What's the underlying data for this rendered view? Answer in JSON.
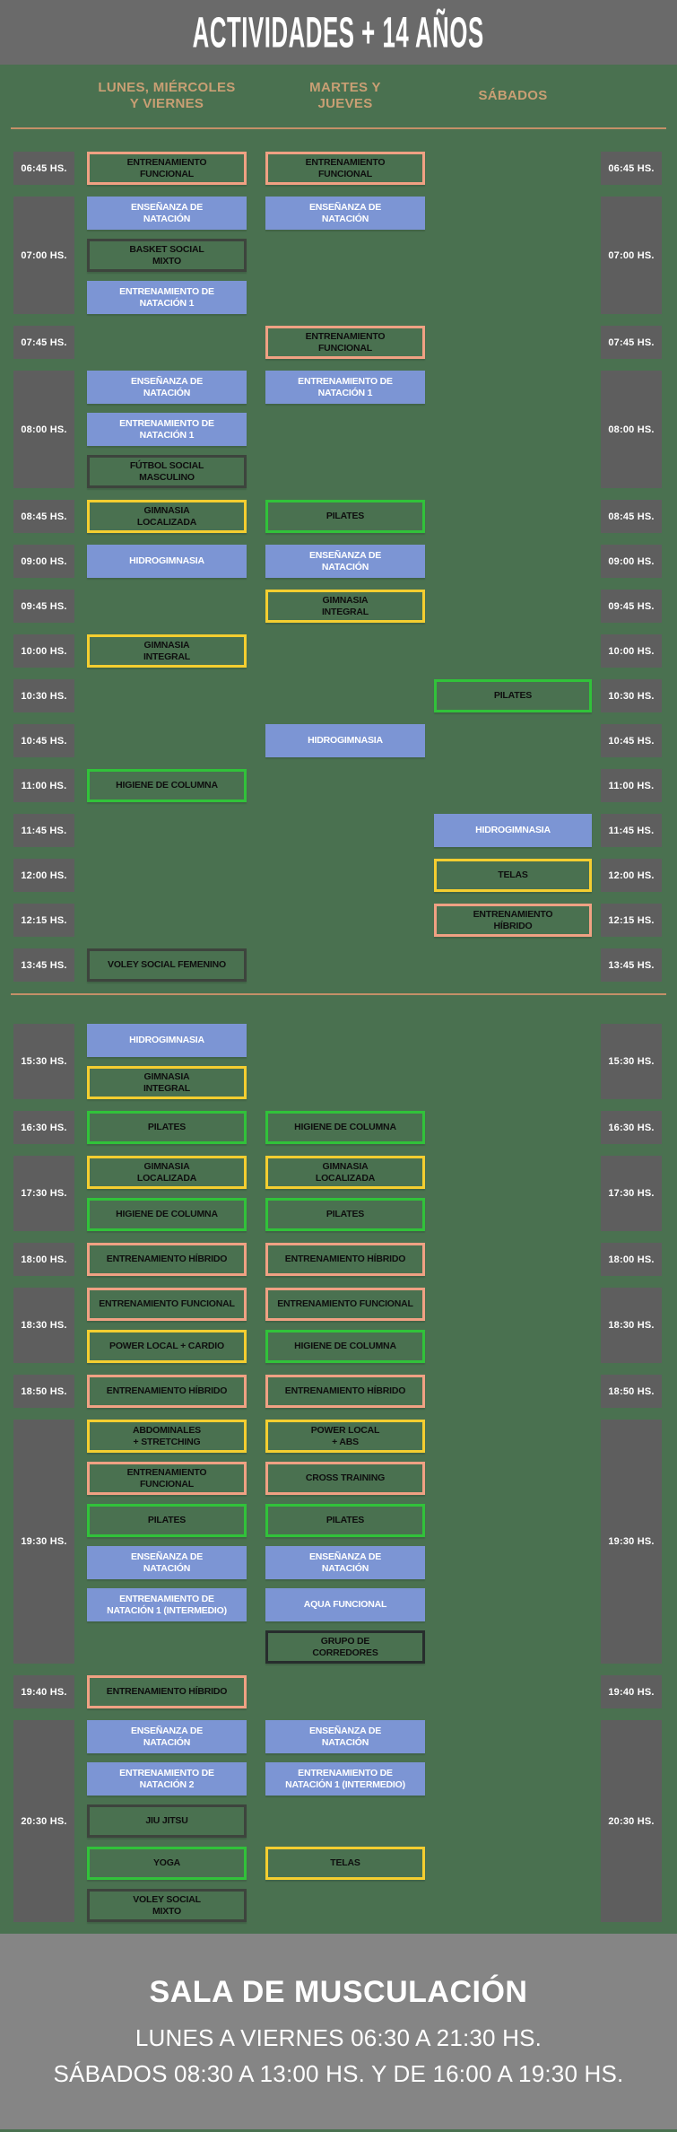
{
  "header": {
    "title": "ACTIVIDADES + 14 AÑOS"
  },
  "columns": [
    {
      "label": "LUNES, MIÉRCOLES\nY VIERNES"
    },
    {
      "label": "MARTES Y\nJUEVES"
    },
    {
      "label": "SÁBADOS"
    }
  ],
  "palette": {
    "background": "#4A7150",
    "band_top": "#6A6A6A",
    "band_bottom": "#858585",
    "time_cell": "#5E5E5E",
    "accent_tan": "#C99F74",
    "divider": "#C49068",
    "orange": "#F0A183",
    "yellow": "#F4CE30",
    "green": "#31C23A",
    "dark": "#3D443D",
    "black": "#272D2D",
    "blue": "#7C95D4"
  },
  "sections": [
    {
      "rows": [
        {
          "time": "06:45 HS.",
          "cells": [
            [
              {
                "label": "ENTRENAMIENTO\nFUNCIONAL",
                "style": "orange"
              }
            ],
            [
              {
                "label": "ENTRENAMIENTO\nFUNCIONAL",
                "style": "orange"
              }
            ],
            []
          ]
        },
        {
          "time": "07:00 HS.",
          "cells": [
            [
              {
                "label": "ENSEÑANZA DE\nNATACIÓN",
                "style": "blue"
              },
              {
                "label": "BASKET SOCIAL\nMIXTO",
                "style": "dark"
              },
              {
                "label": "ENTRENAMIENTO DE\nNATACIÓN 1",
                "style": "blue"
              }
            ],
            [
              {
                "label": "ENSEÑANZA DE\nNATACIÓN",
                "style": "blue"
              }
            ],
            []
          ]
        },
        {
          "time": "07:45 HS.",
          "cells": [
            [],
            [
              {
                "label": "ENTRENAMIENTO\nFUNCIONAL",
                "style": "orange"
              }
            ],
            []
          ]
        },
        {
          "time": "08:00 HS.",
          "cells": [
            [
              {
                "label": "ENSEÑANZA DE\nNATACIÓN",
                "style": "blue"
              },
              {
                "label": "ENTRENAMIENTO DE\nNATACIÓN 1",
                "style": "blue"
              },
              {
                "label": "FÚTBOL SOCIAL\nMASCULINO",
                "style": "dark"
              }
            ],
            [
              {
                "label": "ENTRENAMIENTO DE\nNATACIÓN 1",
                "style": "blue"
              }
            ],
            []
          ]
        },
        {
          "time": "08:45 HS.",
          "cells": [
            [
              {
                "label": "GIMNASIA\nLOCALIZADA",
                "style": "yellow"
              }
            ],
            [
              {
                "label": "PILATES",
                "style": "green"
              }
            ],
            []
          ]
        },
        {
          "time": "09:00 HS.",
          "cells": [
            [
              {
                "label": "HIDROGIMNASIA",
                "style": "blue"
              }
            ],
            [
              {
                "label": "ENSEÑANZA DE\nNATACIÓN",
                "style": "blue"
              }
            ],
            []
          ]
        },
        {
          "time": "09:45 HS.",
          "cells": [
            [],
            [
              {
                "label": "GIMNASIA\nINTEGRAL",
                "style": "yellow"
              }
            ],
            []
          ]
        },
        {
          "time": "10:00 HS.",
          "cells": [
            [
              {
                "label": "GIMNASIA\nINTEGRAL",
                "style": "yellow"
              }
            ],
            [],
            []
          ]
        },
        {
          "time": "10:30 HS.",
          "cells": [
            [],
            [],
            [
              {
                "label": "PILATES",
                "style": "green"
              }
            ]
          ]
        },
        {
          "time": "10:45 HS.",
          "cells": [
            [],
            [
              {
                "label": "HIDROGIMNASIA",
                "style": "blue"
              }
            ],
            []
          ]
        },
        {
          "time": "11:00 HS.",
          "cells": [
            [
              {
                "label": "HIGIENE DE COLUMNA",
                "style": "green"
              }
            ],
            [],
            []
          ]
        },
        {
          "time": "11:45 HS.",
          "cells": [
            [],
            [],
            [
              {
                "label": "HIDROGIMNASIA",
                "style": "blue"
              }
            ]
          ]
        },
        {
          "time": "12:00 HS.",
          "cells": [
            [],
            [],
            [
              {
                "label": "TELAS",
                "style": "yellow"
              }
            ]
          ]
        },
        {
          "time": "12:15 HS.",
          "cells": [
            [],
            [],
            [
              {
                "label": "ENTRENAMIENTO\nHÍBRIDO",
                "style": "orange"
              }
            ]
          ]
        },
        {
          "time": "13:45 HS.",
          "cells": [
            [
              {
                "label": "VOLEY SOCIAL FEMENINO",
                "style": "dark"
              }
            ],
            [],
            []
          ]
        }
      ]
    },
    {
      "rows": [
        {
          "time": "15:30 HS.",
          "cells": [
            [
              {
                "label": "HIDROGIMNASIA",
                "style": "blue"
              },
              {
                "label": "GIMNASIA\nINTEGRAL",
                "style": "yellow"
              }
            ],
            [],
            []
          ]
        },
        {
          "time": "16:30 HS.",
          "cells": [
            [
              {
                "label": "PILATES",
                "style": "green"
              }
            ],
            [
              {
                "label": "HIGIENE DE COLUMNA",
                "style": "green"
              }
            ],
            []
          ]
        },
        {
          "time": "17:30 HS.",
          "cells": [
            [
              {
                "label": "GIMNASIA\nLOCALIZADA",
                "style": "yellow"
              },
              {
                "label": "HIGIENE DE COLUMNA",
                "style": "green"
              }
            ],
            [
              {
                "label": "GIMNASIA\nLOCALIZADA",
                "style": "yellow"
              },
              {
                "label": "PILATES",
                "style": "green"
              }
            ],
            []
          ]
        },
        {
          "time": "18:00 HS.",
          "cells": [
            [
              {
                "label": "ENTRENAMIENTO HÍBRIDO",
                "style": "orange"
              }
            ],
            [
              {
                "label": "ENTRENAMIENTO HÍBRIDO",
                "style": "orange"
              }
            ],
            []
          ]
        },
        {
          "time": "18:30 HS.",
          "cells": [
            [
              {
                "label": "ENTRENAMIENTO FUNCIONAL",
                "style": "orange"
              },
              {
                "label": "POWER LOCAL + CARDIO",
                "style": "yellow"
              }
            ],
            [
              {
                "label": "ENTRENAMIENTO FUNCIONAL",
                "style": "orange"
              },
              {
                "label": "HIGIENE DE COLUMNA",
                "style": "green"
              }
            ],
            []
          ]
        },
        {
          "time": "18:50 HS.",
          "cells": [
            [
              {
                "label": "ENTRENAMIENTO HÍBRIDO",
                "style": "orange"
              }
            ],
            [
              {
                "label": "ENTRENAMIENTO HÍBRIDO",
                "style": "orange"
              }
            ],
            []
          ]
        },
        {
          "time": "19:30 HS.",
          "cells": [
            [
              {
                "label": "ABDOMINALES\n+ STRETCHING",
                "style": "yellow"
              },
              {
                "label": "ENTRENAMIENTO\nFUNCIONAL",
                "style": "orange"
              },
              {
                "label": "PILATES",
                "style": "green"
              },
              {
                "label": "ENSEÑANZA DE\nNATACIÓN",
                "style": "blue"
              },
              {
                "label": "ENTRENAMIENTO DE\nNATACIÓN 1 (INTERMEDIO)",
                "style": "blue"
              }
            ],
            [
              {
                "label": "POWER LOCAL\n+ ABS",
                "style": "yellow"
              },
              {
                "label": "CROSS TRAINING",
                "style": "orange"
              },
              {
                "label": "PILATES",
                "style": "green"
              },
              {
                "label": "ENSEÑANZA DE\nNATACIÓN",
                "style": "blue"
              },
              {
                "label": "AQUA FUNCIONAL",
                "style": "blue"
              },
              {
                "label": "GRUPO DE\nCORREDORES",
                "style": "black"
              }
            ],
            []
          ]
        },
        {
          "time": "19:40 HS.",
          "cells": [
            [
              {
                "label": "ENTRENAMIENTO HÍBRIDO",
                "style": "orange"
              }
            ],
            [],
            []
          ]
        },
        {
          "time": "20:30 HS.",
          "cells": [
            [
              {
                "label": "ENSEÑANZA DE\nNATACIÓN",
                "style": "blue"
              },
              {
                "label": "ENTRENAMIENTO DE\nNATACIÓN 2",
                "style": "blue"
              },
              {
                "label": "JIU JITSU",
                "style": "dark"
              },
              {
                "label": "YOGA",
                "style": "green"
              },
              {
                "label": "VOLEY SOCIAL\nMIXTO",
                "style": "dark"
              }
            ],
            [
              {
                "label": "ENSEÑANZA DE\nNATACIÓN",
                "style": "blue"
              },
              {
                "label": "ENTRENAMIENTO DE\nNATACIÓN 1 (INTERMEDIO)",
                "style": "blue"
              },
              null,
              {
                "label": "TELAS",
                "style": "yellow"
              }
            ],
            []
          ]
        }
      ]
    }
  ],
  "footer": {
    "title": "SALA DE MUSCULACIÓN",
    "lines": [
      "LUNES A VIERNES 06:30 A 21:30 HS.",
      "SÁBADOS 08:30 A 13:00 HS. Y DE 16:00 A 19:30 HS."
    ]
  }
}
